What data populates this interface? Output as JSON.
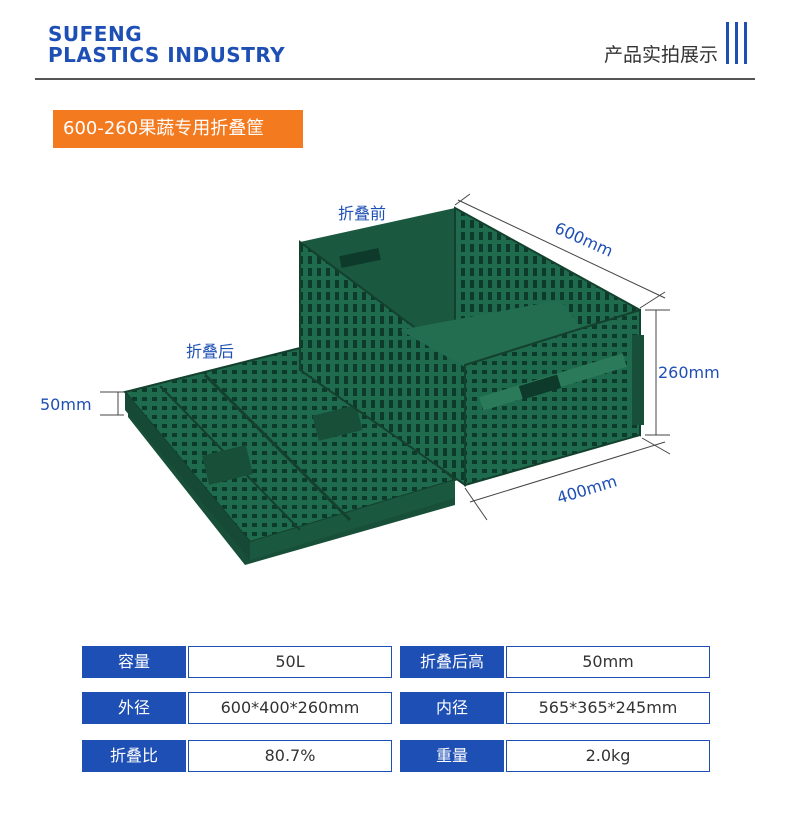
{
  "brand": {
    "line1": "SUFENG",
    "line2": "PLASTICS INDUSTRY"
  },
  "header": {
    "title": "产品实拍展示"
  },
  "product": {
    "title": "600-260果蔬专用折叠筐"
  },
  "figure": {
    "before_label": "折叠前",
    "after_label": "折叠后",
    "dim_length": "600mm",
    "dim_height": "260mm",
    "dim_width": "400mm",
    "dim_folded": "50mm",
    "crate_color": "#1f6b4d"
  },
  "specs": [
    {
      "label1": "容量",
      "value1": "50L",
      "label2": "折叠后高",
      "value2": "50mm"
    },
    {
      "label1": "外径",
      "value1": "600*400*260mm",
      "label2": "内径",
      "value2": "565*365*245mm"
    },
    {
      "label1": "折叠比",
      "value1": "80.7%",
      "label2": "重量",
      "value2": "2.0kg"
    }
  ],
  "colors": {
    "brand_blue": "#1e4fb4",
    "badge_orange": "#f47a20"
  }
}
